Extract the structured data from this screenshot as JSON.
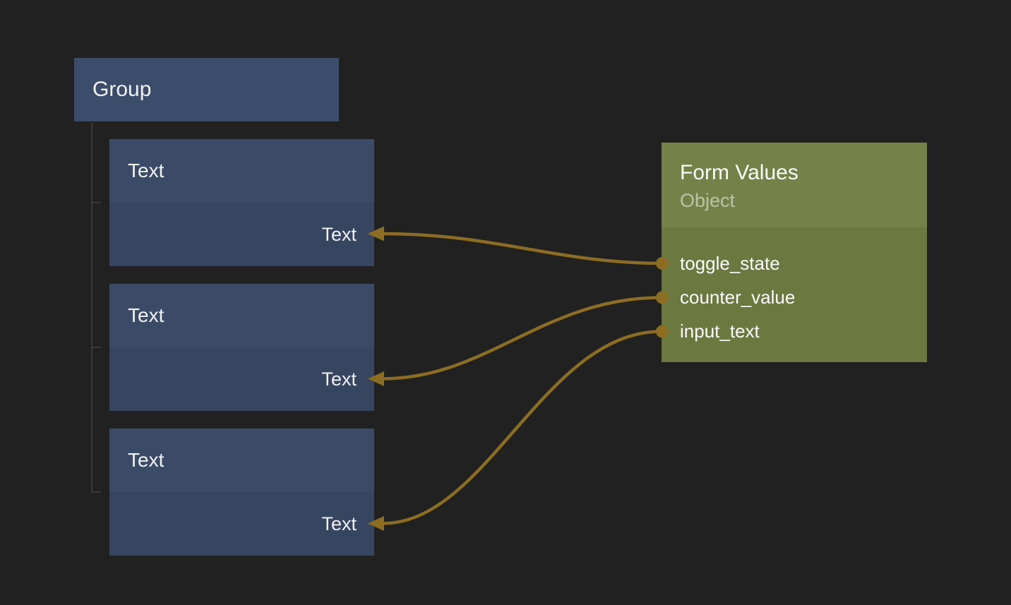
{
  "editor": {
    "description": "node graph canvas",
    "background": "#212121"
  },
  "nodes": {
    "group": {
      "title": "Group"
    },
    "text_nodes": [
      {
        "title": "Text",
        "input_label": "Text"
      },
      {
        "title": "Text",
        "input_label": "Text"
      },
      {
        "title": "Text",
        "input_label": "Text"
      }
    ],
    "form_values": {
      "title": "Form Values",
      "subtitle": "Object",
      "outputs": [
        "toggle_state",
        "counter_value",
        "input_text"
      ]
    }
  },
  "connections": [
    {
      "from": "form_values.toggle_state",
      "to": "text_nodes.0.Text"
    },
    {
      "from": "form_values.counter_value",
      "to": "text_nodes.1.Text"
    },
    {
      "from": "form_values.input_text",
      "to": "text_nodes.2.Text"
    }
  ],
  "colors": {
    "background": "#212121",
    "group_node": "#3C4D6B",
    "text_node_header": "#3B4B67",
    "text_node_body": "#364560",
    "form_node_header": "#748149",
    "form_node_body": "#6B7840",
    "wire": "#8C6D22",
    "tree_line": "#3A3A3A"
  }
}
